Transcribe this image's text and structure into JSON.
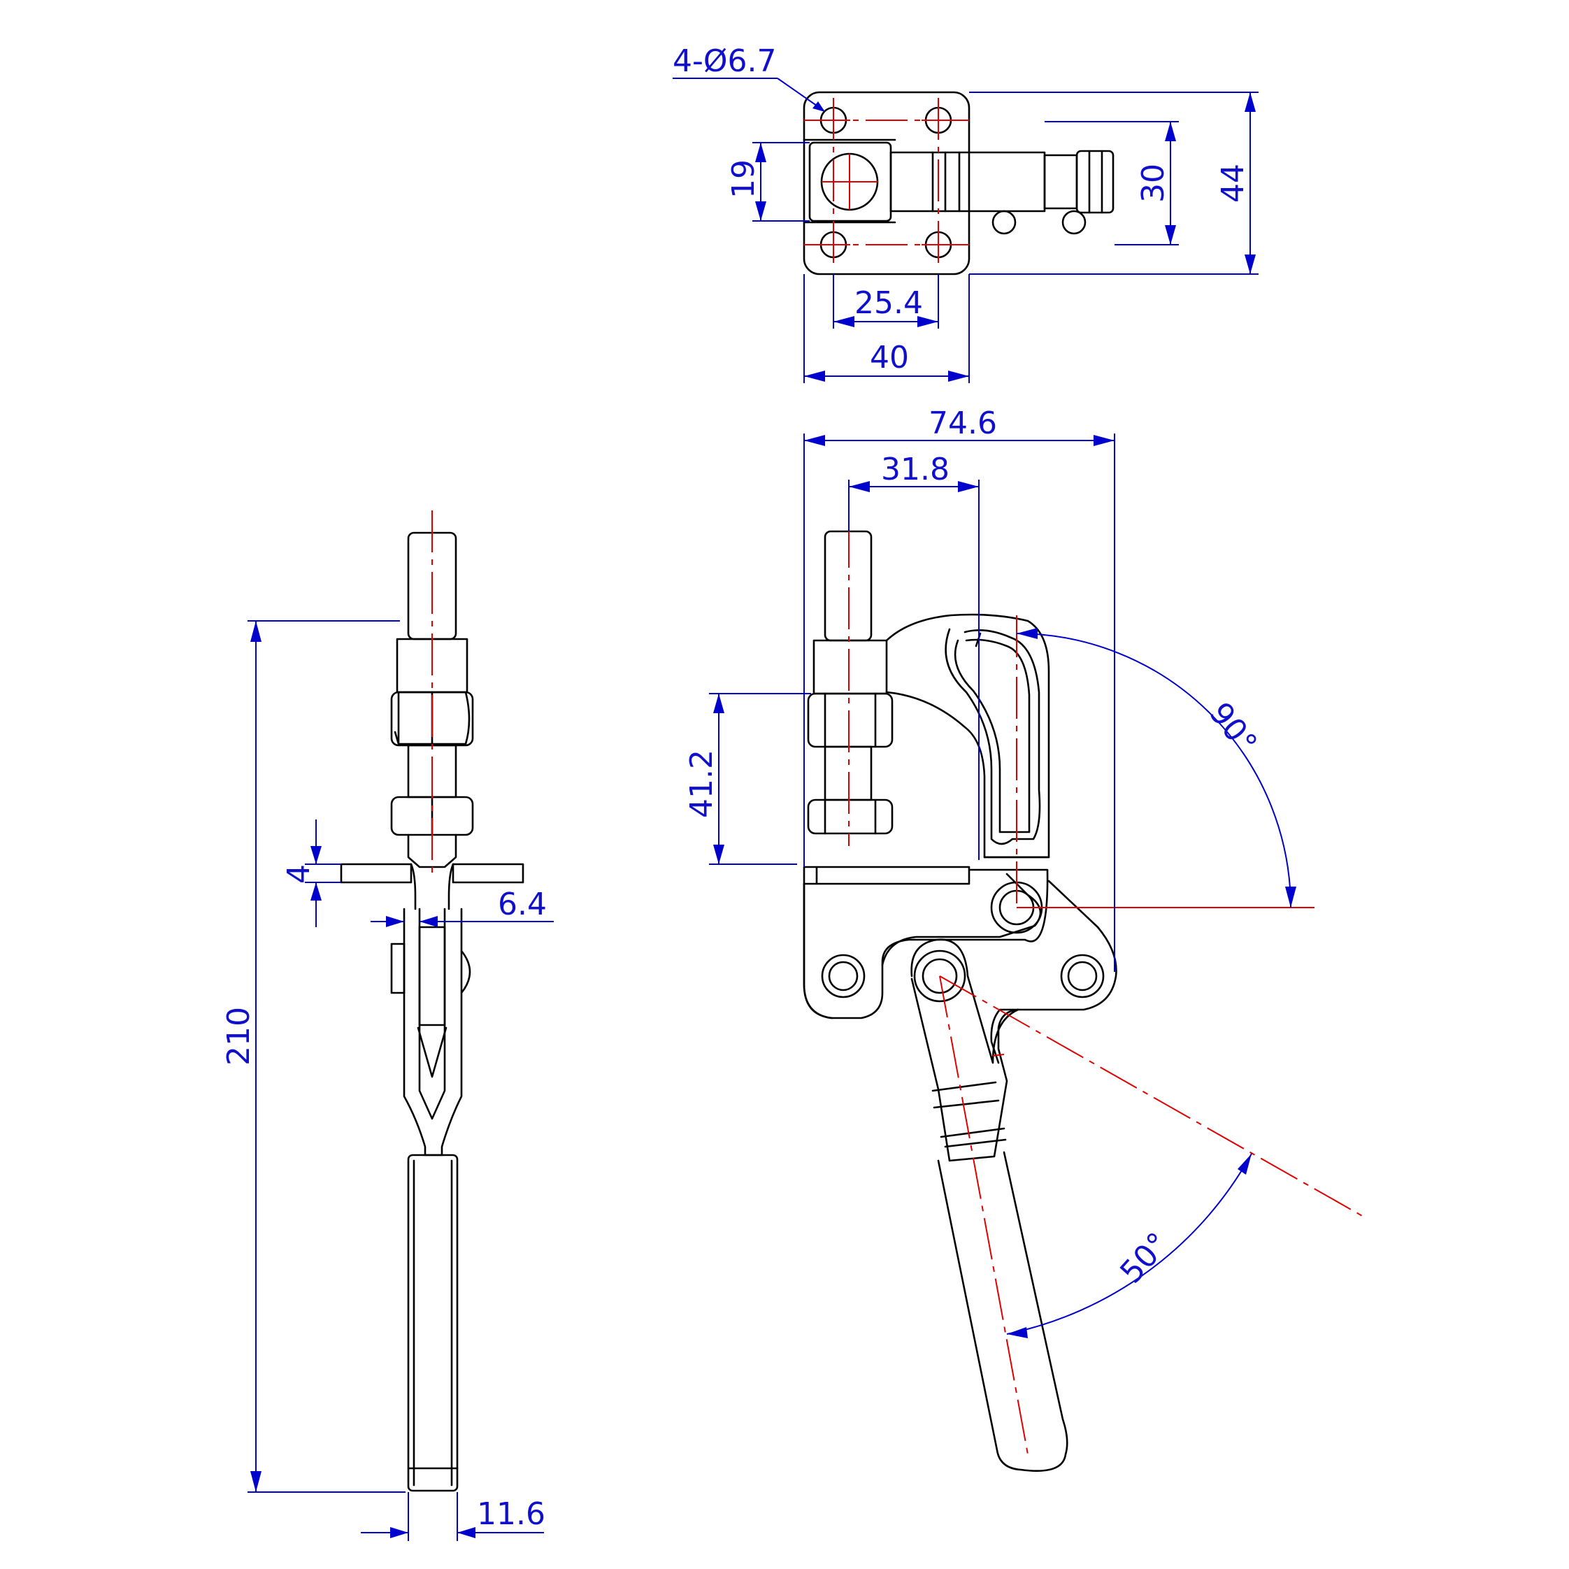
{
  "drawing": {
    "views": [
      "top-view",
      "side-view",
      "front-view"
    ],
    "colors": {
      "outline": "#000000",
      "centerline": "#e00000",
      "dimension": "#0000cc"
    }
  },
  "dimensions": {
    "hole_callout": "4-Ø6.7",
    "hole_spacing": "25.4",
    "base_width": "40",
    "slot_width": "19",
    "bolt_spacing": "30",
    "base_height": "44",
    "overall_width": "74.6",
    "spindle_offset": "31.8",
    "spindle_height": "41.2",
    "open_angle": "90°",
    "handle_angle": "50°",
    "overall_height": "210",
    "flange_thickness": "4",
    "arm_thickness": "6.4",
    "handle_width": "11.6"
  }
}
